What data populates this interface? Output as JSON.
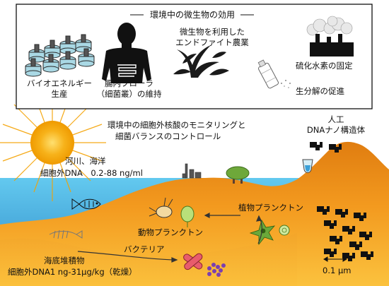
{
  "microbe_box": {
    "title": "環境中の微生物の効用",
    "bioenergy": [
      "バイオエネルギー",
      "生産"
    ],
    "gut_flora": [
      "腸内フローラ",
      "（細菌叢）の維持"
    ],
    "endophyte": [
      "微生物を利用した",
      "エンドファイト農業"
    ],
    "hydrogen_sulfide": "硫化水素の固定",
    "biodegradation": "生分解の促進"
  },
  "monitoring": [
    "環境中の細胞外核酸のモニタリングと",
    "細菌バランスのコントロール"
  ],
  "artificial_dna": [
    "人工",
    "DNAナノ構造体"
  ],
  "rivers": [
    "河川、海洋",
    "細胞外DNA　0.2-88 ng/ml"
  ],
  "phytoplankton": "植物プランクトン",
  "zooplankton": "動物プランクトン",
  "bacteria": "バクテリア",
  "sediment": [
    "海底堆積物",
    "細胞外DNA1 ng-31μg/kg（乾燥）"
  ],
  "scale": "0.1 μm",
  "colors": {
    "sea_top": "#5fc8ee",
    "sea_bottom": "#2a86c4",
    "land": "#ee9a1a",
    "sun": "#f4a100"
  },
  "icons": [
    "sun-icon",
    "bioreactor-icon",
    "human-torso-icon",
    "plant-icon",
    "factory-icon",
    "bottle-icon",
    "fish-icon",
    "dna-nanostructure-icon",
    "bacteria-icon",
    "zooplankton-icon",
    "phytoplankton-icon",
    "test-tube-icon",
    "tree-icon",
    "industrial-plant-icon"
  ]
}
